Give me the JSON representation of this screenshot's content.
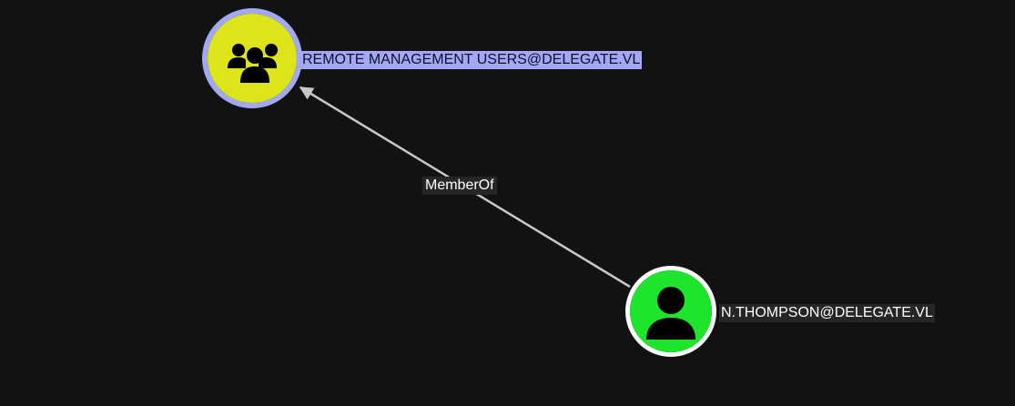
{
  "nodes": {
    "group": {
      "label": "REMOTE MANAGEMENT USERS@DELEGATE.VL",
      "icon": "users-group-icon",
      "fill_color": "#dde51a",
      "ring_color": "#a3a8f5",
      "selected": true
    },
    "user": {
      "label": "N.THOMPSON@DELEGATE.VL",
      "icon": "user-icon",
      "fill_color": "#1de52b",
      "ring_color": "#ffffff",
      "selected": false
    }
  },
  "edges": [
    {
      "from": "N.THOMPSON@DELEGATE.VL",
      "to": "REMOTE MANAGEMENT USERS@DELEGATE.VL",
      "label": "MemberOf",
      "color": "#c8c8c8"
    }
  ]
}
